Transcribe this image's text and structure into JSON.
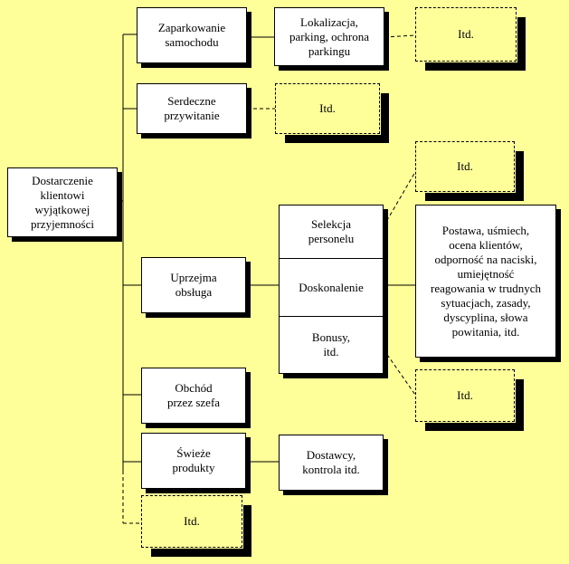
{
  "diagram": {
    "root": {
      "label": "Dostarczenie\nklientowi\nwyjątkowej\nprzyjemności"
    },
    "branches": [
      {
        "label": "Zaparkowanie\nsamochodu"
      },
      {
        "label": "Serdeczne\nprzywitanie"
      },
      {
        "label": "Uprzejma\nobsługa"
      },
      {
        "label": "Obchód\nprzez szefa"
      },
      {
        "label": "Świeże\nprodukty"
      },
      {
        "label": "Itd."
      }
    ],
    "details": {
      "parking": "Lokalizacja,\nparking, ochrona\nparkingu",
      "parking_etc": "Itd.",
      "welcome_etc": "Itd.",
      "service_stack": [
        "Selekcja\npersonelu",
        "Doskonalenie",
        "Bonusy,\nitd."
      ],
      "service_top_etc": "Itd.",
      "service_bottom_etc": "Itd.",
      "training_detail": "Postawa, uśmiech,\nocena klientów,\nodporność na naciski,\numiejętność\nreagowania w trudnych\nsytuacjach, zasady,\ndyscyplina, słowa\npowitania, itd.",
      "suppliers": "Dostawcy,\nkontrola itd."
    }
  }
}
